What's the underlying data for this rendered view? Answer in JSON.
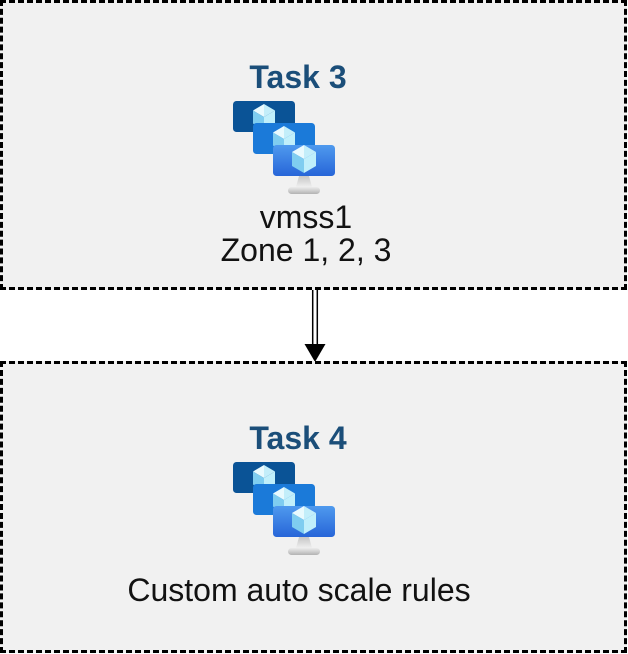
{
  "diagram": {
    "type": "flow",
    "description": "Two dashed task boxes connected by a downward double-line arrow"
  },
  "boxes": [
    {
      "id": "task3",
      "title": "Task 3",
      "icon": "vm-scale-sets-icon",
      "lines": [
        "vmss1",
        "Zone 1, 2, 3"
      ]
    },
    {
      "id": "task4",
      "title": "Task 4",
      "icon": "vm-scale-sets-icon",
      "lines": [
        "Custom auto scale rules"
      ]
    }
  ],
  "arrow": {
    "direction": "down",
    "style": "double-line",
    "from": "task3",
    "to": "task4"
  },
  "colors": {
    "page_bg": "#ffffff",
    "box_bg": "#f1f1f1",
    "box_border": "#000000",
    "heading_text": "#1b4e79",
    "body_text": "#121212",
    "arrow": "#000000"
  },
  "icon_colors": {
    "monitor_back": "#0a5396",
    "monitor_middle": "#1b7ad9",
    "monitor_front_top": "#4f9aee",
    "monitor_front_bottom": "#2765d8",
    "cube_top_light": "#e9fafe",
    "cube_top_shade": "#c3eefa",
    "cube_left": "#7fcdf0",
    "cube_right": "#c0effb",
    "stand_neck_top": "#c6c6c6",
    "stand_neck_bottom": "#efefef",
    "stand_base_top": "#ececec",
    "stand_base_bottom": "#b3b3b3"
  }
}
